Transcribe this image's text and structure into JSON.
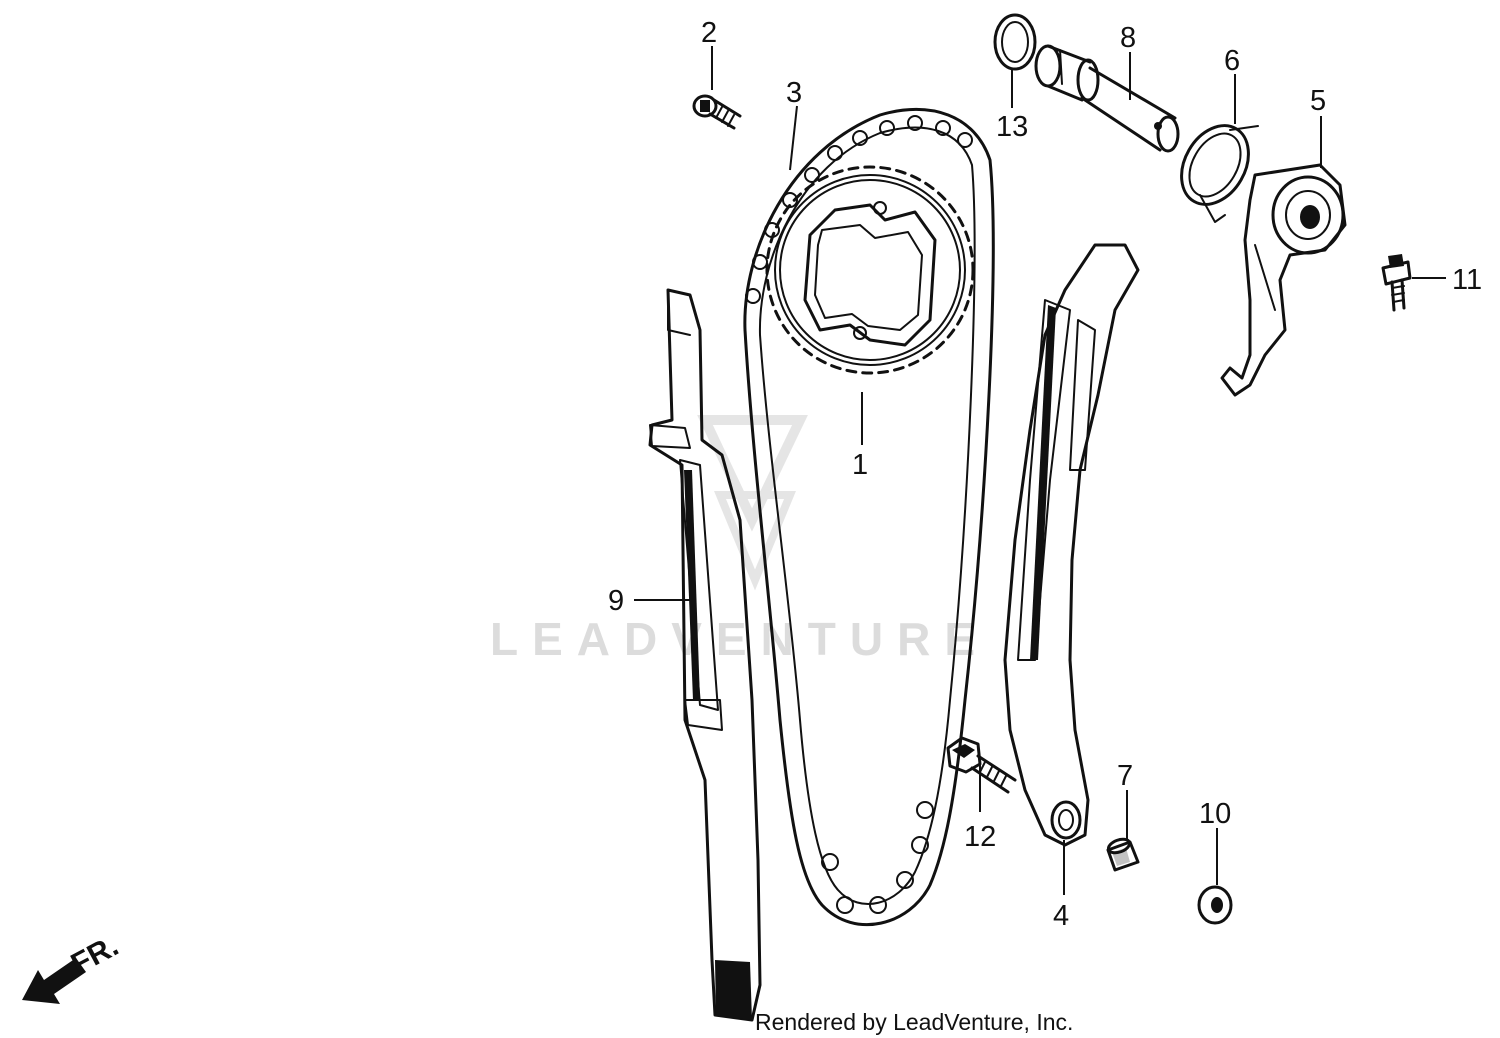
{
  "diagram": {
    "watermark": "LEADVENTURE",
    "credit": "Rendered by LeadVenture, Inc.",
    "direction_label": "FR.",
    "callouts": {
      "c1": "1",
      "c2": "2",
      "c3": "3",
      "c4": "4",
      "c5": "5",
      "c6": "6",
      "c7": "7",
      "c8": "8",
      "c9": "9",
      "c10": "10",
      "c11": "11",
      "c12": "12",
      "c13": "13"
    }
  }
}
